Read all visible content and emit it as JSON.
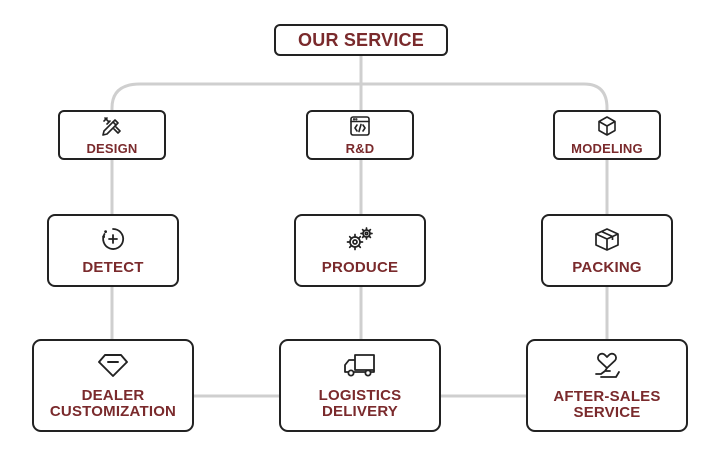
{
  "title": "OUR SERVICE",
  "colors": {
    "label": "#7a2a2c",
    "border": "#222222",
    "connector": "#cfcfcf"
  },
  "columns": [
    {
      "top": {
        "label": "DESIGN",
        "icon": "design-tools-icon"
      },
      "middle": {
        "label": "DETECT",
        "icon": "detect-icon"
      },
      "bottom": {
        "line1": "DEALER",
        "line2": "CUSTOMIZATION",
        "icon": "diamond-icon"
      }
    },
    {
      "top": {
        "label": "R&D",
        "icon": "code-window-icon"
      },
      "middle": {
        "label": "PRODUCE",
        "icon": "gears-icon"
      },
      "bottom": {
        "line1": "LOGISTICS",
        "line2": "DELIVERY",
        "icon": "truck-icon"
      }
    },
    {
      "top": {
        "label": "MODELING",
        "icon": "cube-icon"
      },
      "middle": {
        "label": "PACKING",
        "icon": "package-box-icon"
      },
      "bottom": {
        "line1": "AFTER-SALES",
        "line2": "SERVICE",
        "icon": "heart-hand-icon"
      }
    }
  ]
}
